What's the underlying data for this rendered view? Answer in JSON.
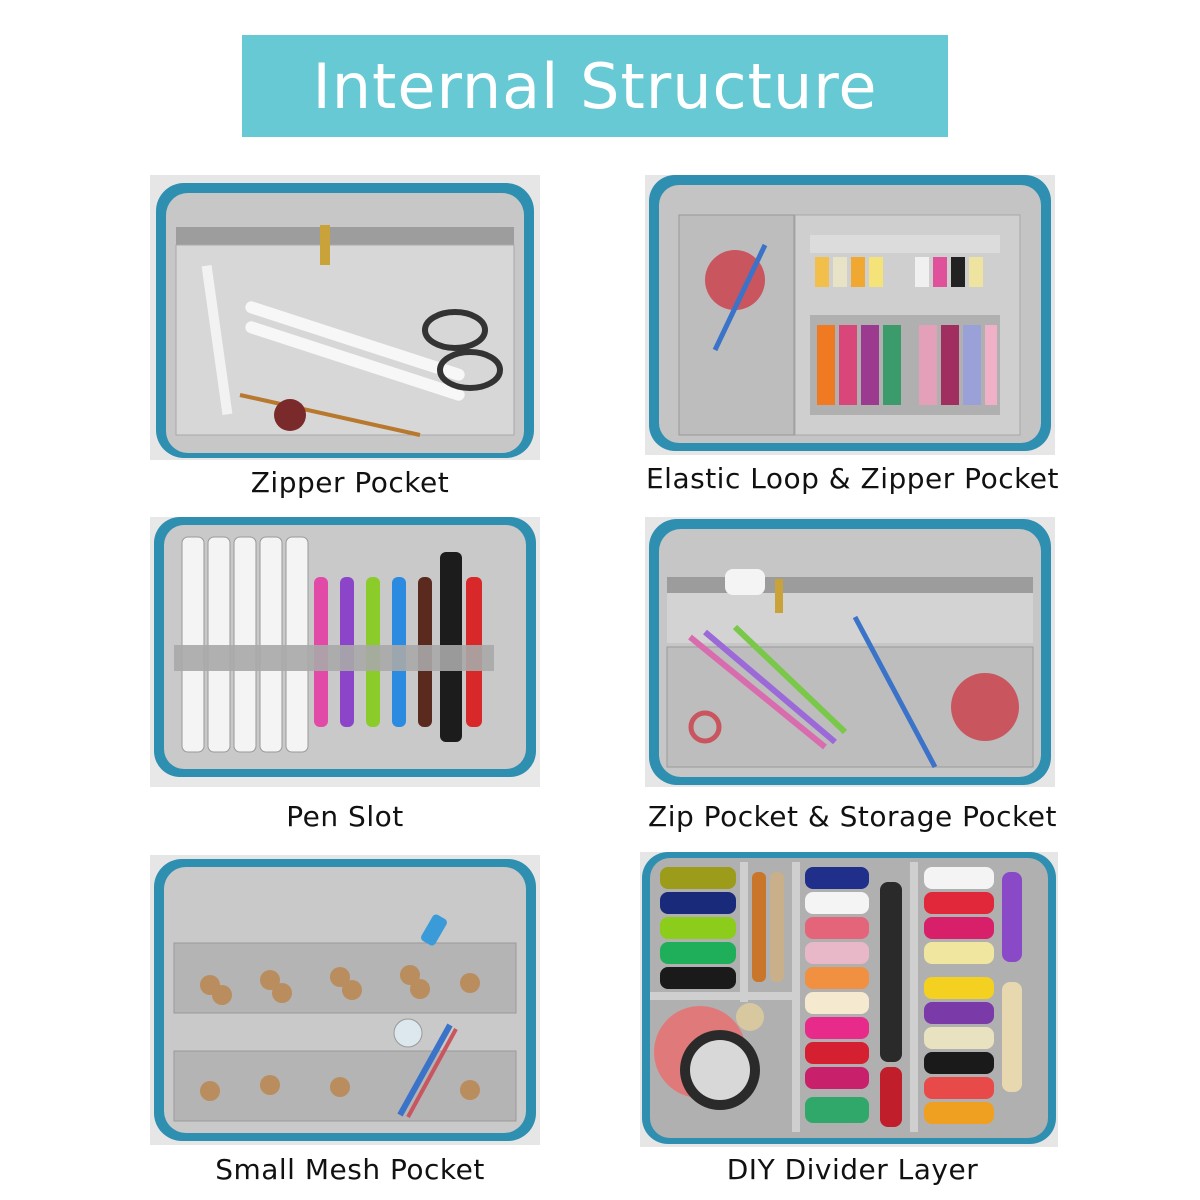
{
  "title": "Internal Structure",
  "colors": {
    "banner": "#67c9d3",
    "case_blue": "#2e8fb0",
    "lining": "#c9c9c9",
    "mesh": "#b8b8b8"
  },
  "panels": [
    {
      "caption": "Zipper Pocket"
    },
    {
      "caption": "Elastic Loop & Zipper Pocket"
    },
    {
      "caption": "Pen Slot"
    },
    {
      "caption": "Zip Pocket & Storage Pocket"
    },
    {
      "caption": "Small Mesh Pocket"
    },
    {
      "caption": "DIY Divider Layer"
    }
  ]
}
